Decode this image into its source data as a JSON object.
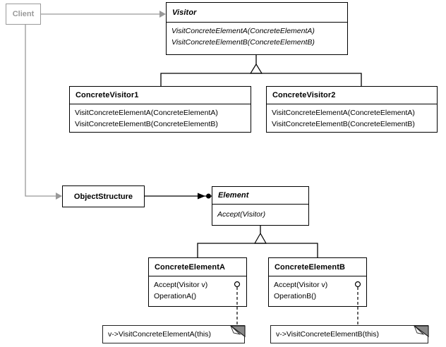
{
  "classes": {
    "client": {
      "name": "Client"
    },
    "visitor": {
      "name": "Visitor",
      "methods": [
        "VisitConcreteElementA(ConcreteElementA)",
        "VisitConcreteElementB(ConcreteElementB)"
      ]
    },
    "concrete_visitor1": {
      "name": "ConcreteVisitor1",
      "methods": [
        "VisitConcreteElementA(ConcreteElementA)",
        "VisitConcreteElementB(ConcreteElementB)"
      ]
    },
    "concrete_visitor2": {
      "name": "ConcreteVisitor2",
      "methods": [
        "VisitConcreteElementA(ConcreteElementA)",
        "VisitConcreteElementB(ConcreteElementB)"
      ]
    },
    "object_structure": {
      "name": "ObjectStructure"
    },
    "element": {
      "name": "Element",
      "methods": [
        "Accept(Visitor)"
      ]
    },
    "concrete_element_a": {
      "name": "ConcreteElementA",
      "methods": [
        "Accept(Visitor v)",
        "OperationA()"
      ]
    },
    "concrete_element_b": {
      "name": "ConcreteElementB",
      "methods": [
        "Accept(Visitor v)",
        "OperationB()"
      ]
    }
  },
  "notes": {
    "note_a": "v->VisitConcreteElementA(this)",
    "note_b": "v->VisitConcreteElementB(this)"
  },
  "colors": {
    "line": "#000000",
    "grey_line": "#999999",
    "fill": "#ffffff",
    "note_fold": "#888888"
  }
}
